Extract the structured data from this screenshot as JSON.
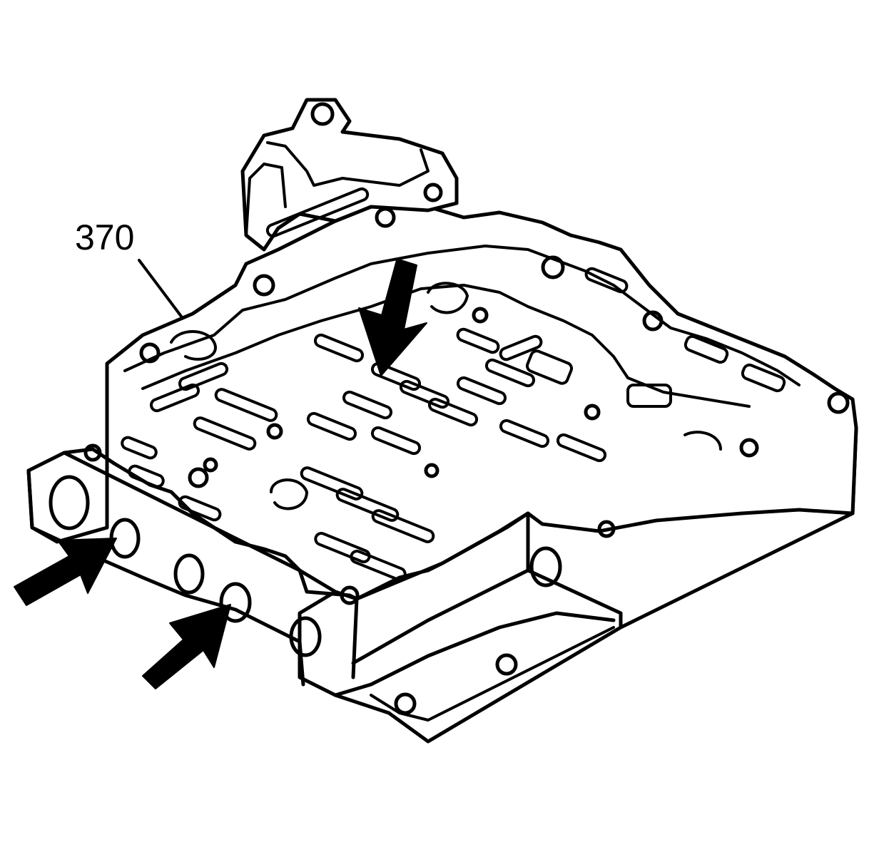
{
  "diagram": {
    "callouts": [
      {
        "id": "370",
        "label": "370"
      }
    ],
    "arrows": [
      {
        "name": "arrow-top-center",
        "direction": "down"
      },
      {
        "name": "arrow-left-upper",
        "direction": "up-right"
      },
      {
        "name": "arrow-left-lower",
        "direction": "up-right"
      }
    ],
    "colors": {
      "line": "#000000",
      "background": "#ffffff"
    }
  }
}
